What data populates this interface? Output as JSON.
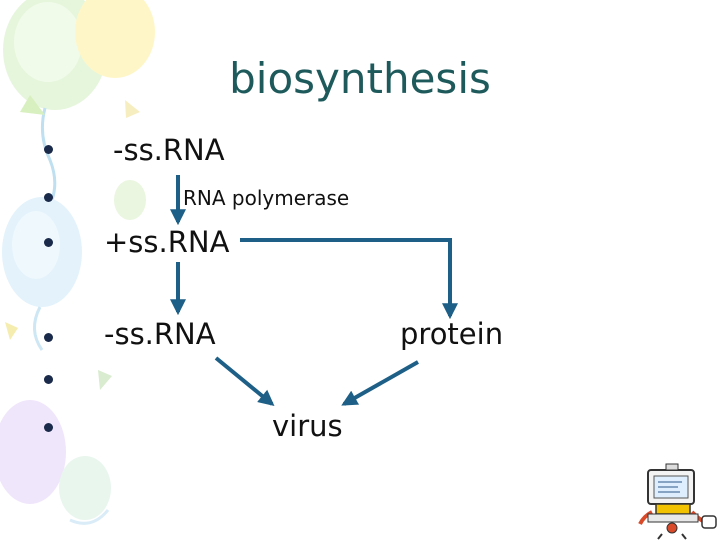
{
  "slide": {
    "title": "biosynthesis",
    "bullet_count": 6,
    "colors": {
      "title": "#1e5a5c",
      "arrow": "#1d5f86",
      "text": "#111111"
    }
  },
  "diagram": {
    "nodes": {
      "neg_ssrna_top": "-ss.RNA",
      "enzyme": "RNA polymerase",
      "pos_ssrna": "+ss.RNA",
      "neg_ssrna_bottom": "-ss.RNA",
      "protein": "protein",
      "virus": "virus"
    },
    "edges": [
      {
        "from": "neg_ssrna_top",
        "to": "pos_ssrna",
        "label": "RNA polymerase"
      },
      {
        "from": "pos_ssrna",
        "to": "neg_ssrna_bottom"
      },
      {
        "from": "pos_ssrna",
        "to": "protein"
      },
      {
        "from": "neg_ssrna_bottom",
        "to": "virus"
      },
      {
        "from": "protein",
        "to": "virus"
      }
    ]
  },
  "decorations": {
    "background": "pastel-balloons",
    "corner_clipart": "computer-cartoon-icon"
  }
}
